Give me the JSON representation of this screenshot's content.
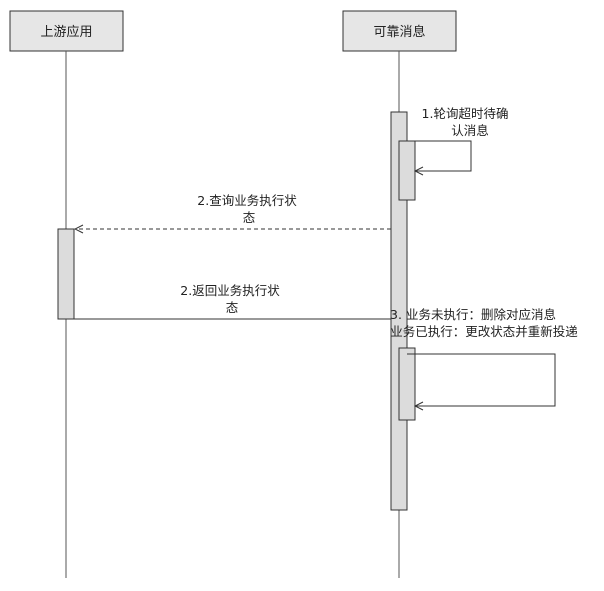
{
  "participants": [
    {
      "label": "上游应用"
    },
    {
      "label": "可靠消息"
    }
  ],
  "messages": [
    {
      "lines": [
        "1.轮询超时待确",
        "认消息"
      ]
    },
    {
      "lines": [
        "2.查询业务执行状",
        "态"
      ]
    },
    {
      "lines": [
        "2.返回业务执行状",
        "态"
      ]
    },
    {
      "lines": [
        "3. 业务未执行：删除对应消息",
        "业务已执行：更改状态并重新投递"
      ]
    }
  ],
  "colors": {
    "header_fill": "#e6e6e6",
    "activation_fill": "#dcdcdc",
    "stroke": "#333333",
    "lifeline": "#555555"
  }
}
